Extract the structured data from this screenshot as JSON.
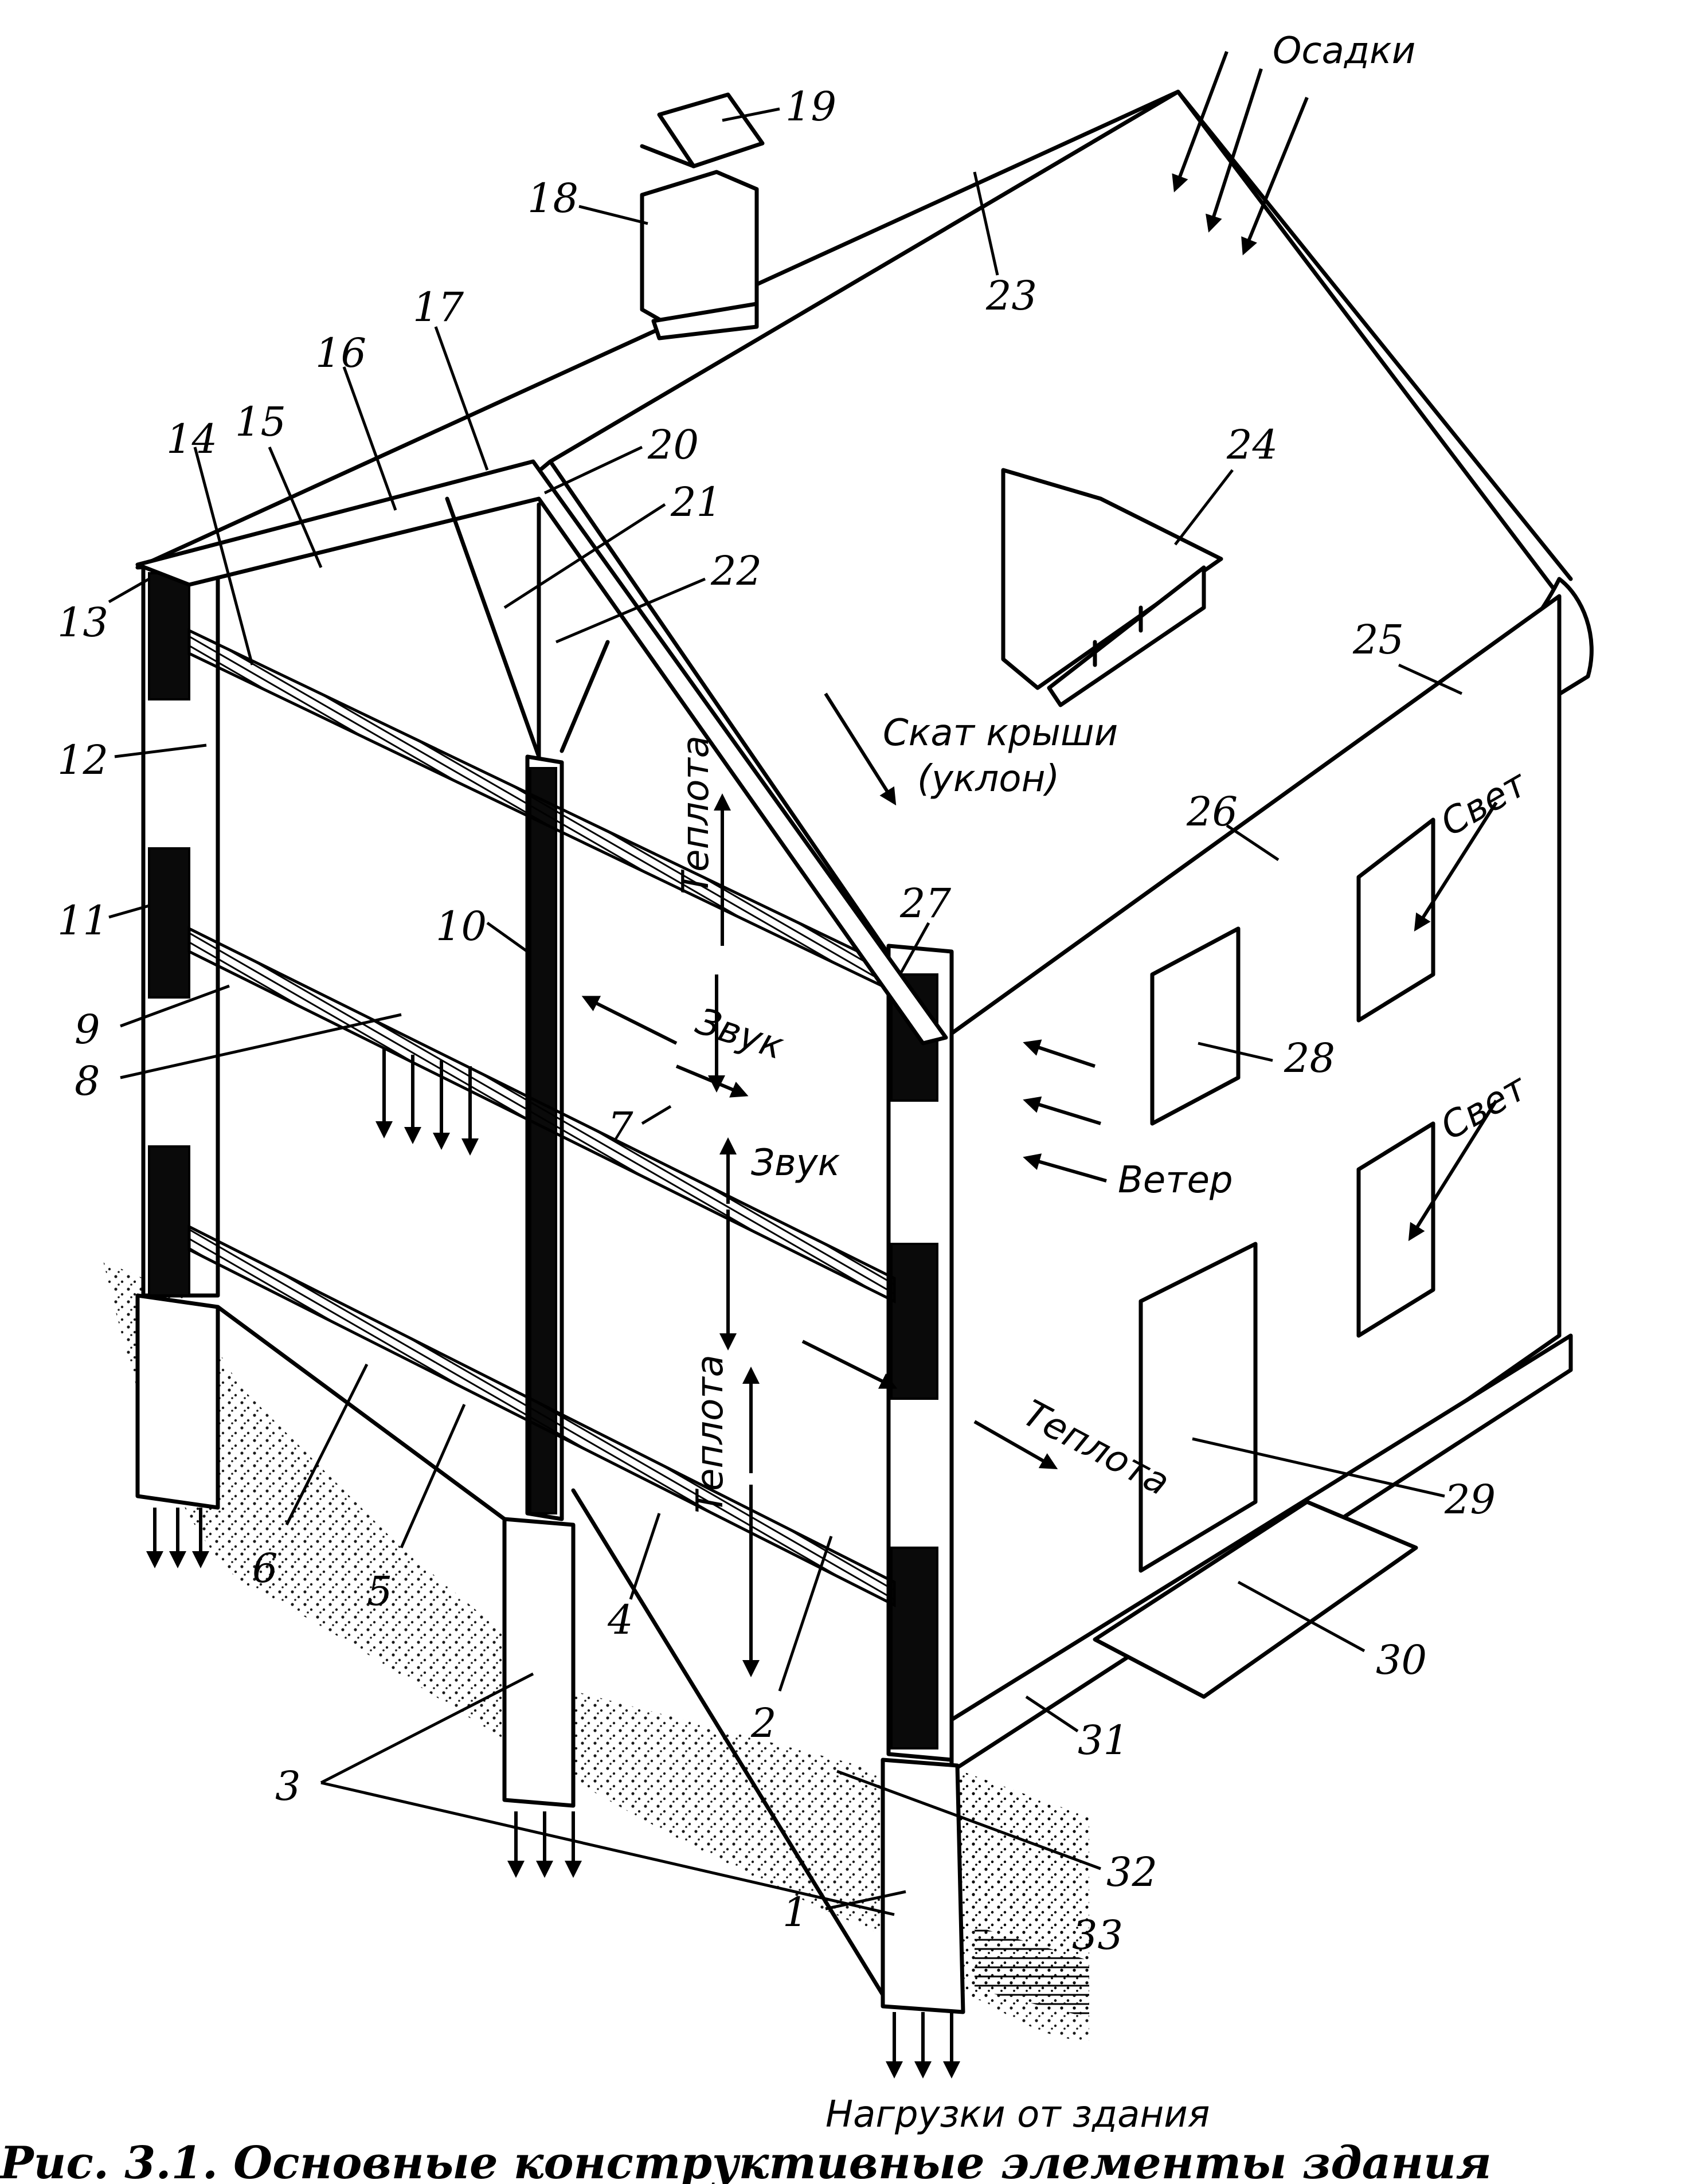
{
  "labels": {
    "n1": "1",
    "n2": "2",
    "n3": "3",
    "n4": "4",
    "n5": "5",
    "n6": "6",
    "n7": "7",
    "n8": "8",
    "n9": "9",
    "n10": "10",
    "n11": "11",
    "n12": "12",
    "n13": "13",
    "n14": "14",
    "n15": "15",
    "n16": "16",
    "n17": "17",
    "n18": "18",
    "n19": "19",
    "n20": "20",
    "n21": "21",
    "n22": "22",
    "n23": "23",
    "n24": "24",
    "n25": "25",
    "n26": "26",
    "n27": "27",
    "n28": "28",
    "n29": "29",
    "n30": "30",
    "n31": "31",
    "n32": "32",
    "n33": "33"
  },
  "annotations": {
    "precipitation": "Осадки",
    "roof_slope_line1": "Скат крыши",
    "roof_slope_line2": "(уклон)",
    "heat_upper": "Теплота",
    "heat_lower": "Теплота",
    "heat_out": "Теплота",
    "sound_upper": "Звук",
    "sound_lower": "Звук",
    "light_upper": "Свет",
    "light_lower": "Свет",
    "wind": "Ветер",
    "loads": "Нагрузки от здания"
  },
  "caption": "Рис. 3.1. Основные конструктивные элементы здания"
}
